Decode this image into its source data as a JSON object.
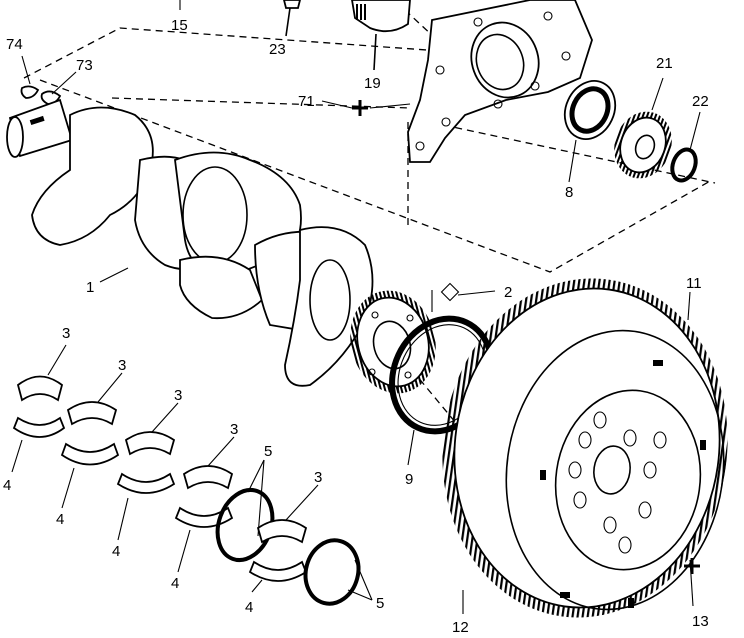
{
  "callouts": {
    "c1": "1",
    "c2": "2",
    "c3": "3",
    "c4": "4",
    "c5": "5",
    "c8": "8",
    "c9": "9",
    "c11": "11",
    "c12": "12",
    "c13": "13",
    "c15": "15",
    "c19": "19",
    "c21": "21",
    "c22": "22",
    "c23": "23",
    "c71": "71",
    "c73": "73",
    "c74": "74"
  }
}
